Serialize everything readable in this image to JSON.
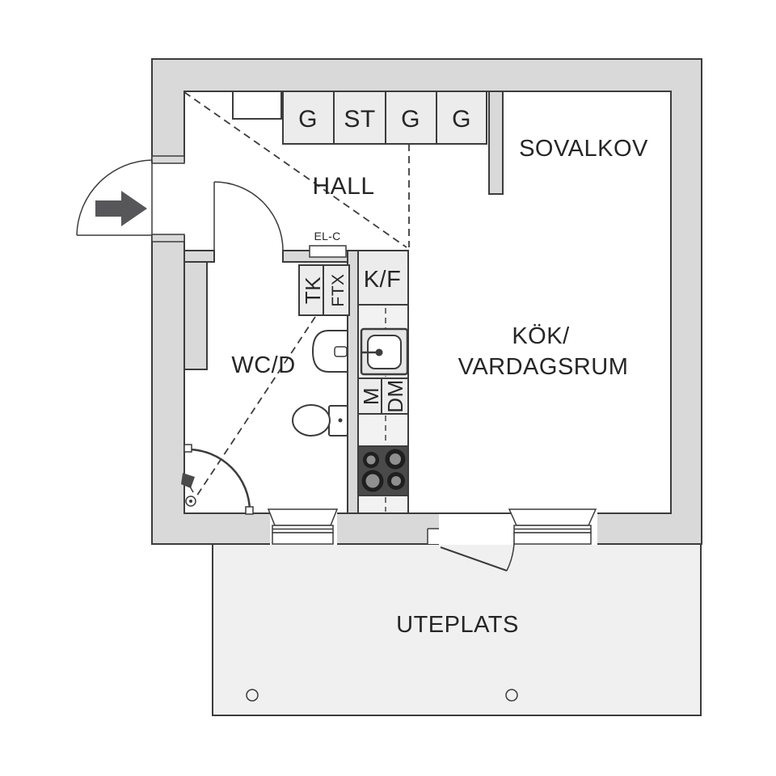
{
  "plan": {
    "rooms": {
      "hall": "HALL",
      "sleeping_alcove": "SOVALKOV",
      "kitchen_living_line1": "KÖK/",
      "kitchen_living_line2": "VARDAGSRUM",
      "bathroom": "WC/D",
      "patio": "UTEPLATS"
    },
    "closets": [
      {
        "label": "G"
      },
      {
        "label": "ST"
      },
      {
        "label": "G"
      },
      {
        "label": "G"
      }
    ],
    "fixtures": {
      "fridge_freezer": "K/F",
      "microwave": "M",
      "dishwasher": "DM",
      "cabinet_tk": "TK",
      "cabinet_ftx": "FTX",
      "electrical_cabinet": "EL-C"
    },
    "colors": {
      "wall": "#d9d9d9",
      "outline": "#3c3c3c",
      "fixture": "#ececec",
      "strip": "#f2f2f2",
      "uteplats": "#f0f0f0",
      "stove": "#4a4a4a",
      "burner_dark": "#1f1f1f",
      "burner_gray": "#8f8f8f",
      "arrow": "#57575a",
      "text": "#262626"
    }
  }
}
